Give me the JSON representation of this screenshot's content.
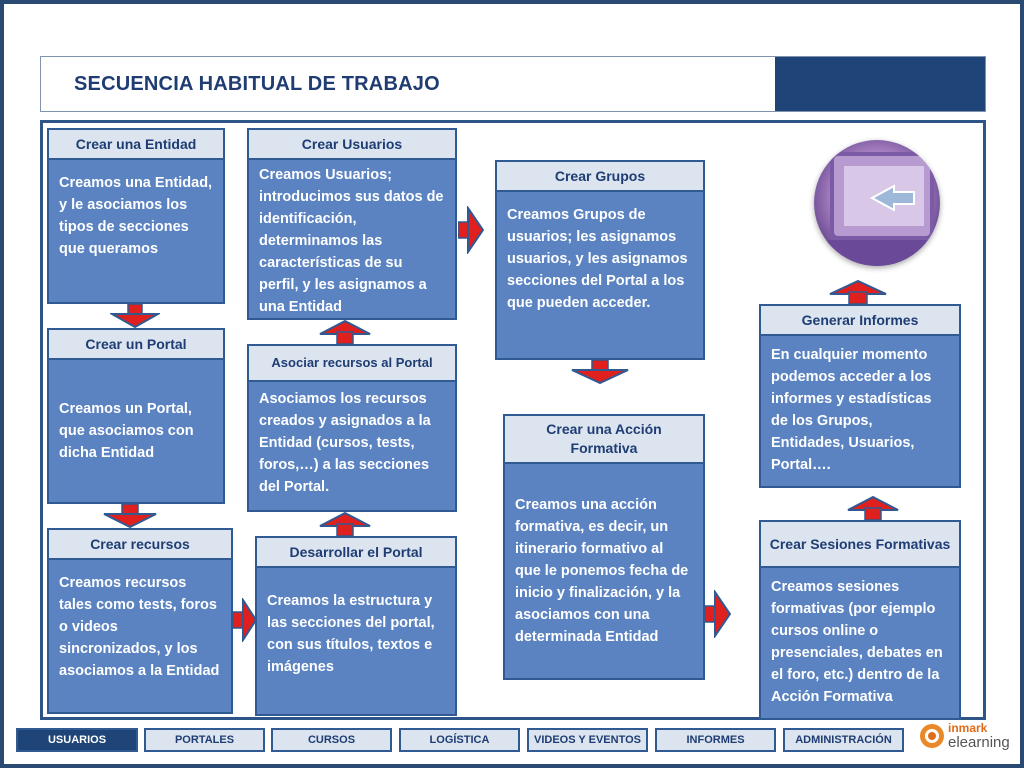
{
  "header": {
    "title": "SECUENCIA HABITUAL DE TRABAJO"
  },
  "cards": {
    "entidad": {
      "title": "Crear una Entidad",
      "body": "Creamos una Entidad, y le asociamos los tipos de secciones que queramos"
    },
    "portal": {
      "title": "Crear un Portal",
      "body": "Creamos un Portal, que asociamos con dicha Entidad"
    },
    "recursos": {
      "title": "Crear recursos",
      "body": "Creamos recursos tales como  tests, foros o videos sincronizados, y los asociamos a la Entidad"
    },
    "usuarios": {
      "title": "Crear Usuarios",
      "body": "Creamos Usuarios; introducimos sus datos de identificación, determinamos las características de su perfil, y les asignamos a una Entidad"
    },
    "asociar": {
      "title": "Asociar recursos al Portal",
      "body": "Asociamos los recursos creados y asignados a la Entidad (cursos, tests, foros,…) a las secciones del Portal."
    },
    "desarrollar": {
      "title": "Desarrollar el Portal",
      "body": "Creamos la estructura y las secciones del portal, con sus títulos, textos e imágenes"
    },
    "grupos": {
      "title": "Crear Grupos",
      "body": "Creamos Grupos de usuarios; les asignamos usuarios, y les asignamos secciones del Portal a los que pueden acceder."
    },
    "accion": {
      "title": "Crear una Acción Formativa",
      "body": "Creamos una acción formativa, es decir, un itinerario formativo al que le ponemos fecha de inicio y finalización, y la asociamos con una determinada Entidad"
    },
    "informes": {
      "title": "Generar Informes",
      "body": "En cualquier momento podemos acceder a los informes y estadísticas de los  Grupos, Entidades, Usuarios, Portal…."
    },
    "sesiones": {
      "title": "Crear Sesiones Formativas",
      "body": "Creamos sesiones formativas (por ejemplo cursos online o presenciales, debates en el foro, etc.) dentro de la Acción Formativa"
    }
  },
  "nav": [
    "USUARIOS",
    "PORTALES",
    "CURSOS",
    "LOGÍSTICA",
    "VIDEOS Y EVENTOS",
    "INFORMES",
    "ADMINISTRACIÓN"
  ],
  "logo": {
    "line1": "inmark",
    "line2": "elearning"
  },
  "colors": {
    "arrow_fill": "#e0201f",
    "arrow_head": "#2f5a92",
    "card_body": "#5b83c2",
    "card_header": "#dbe4ef",
    "accent": "#1f4477"
  }
}
